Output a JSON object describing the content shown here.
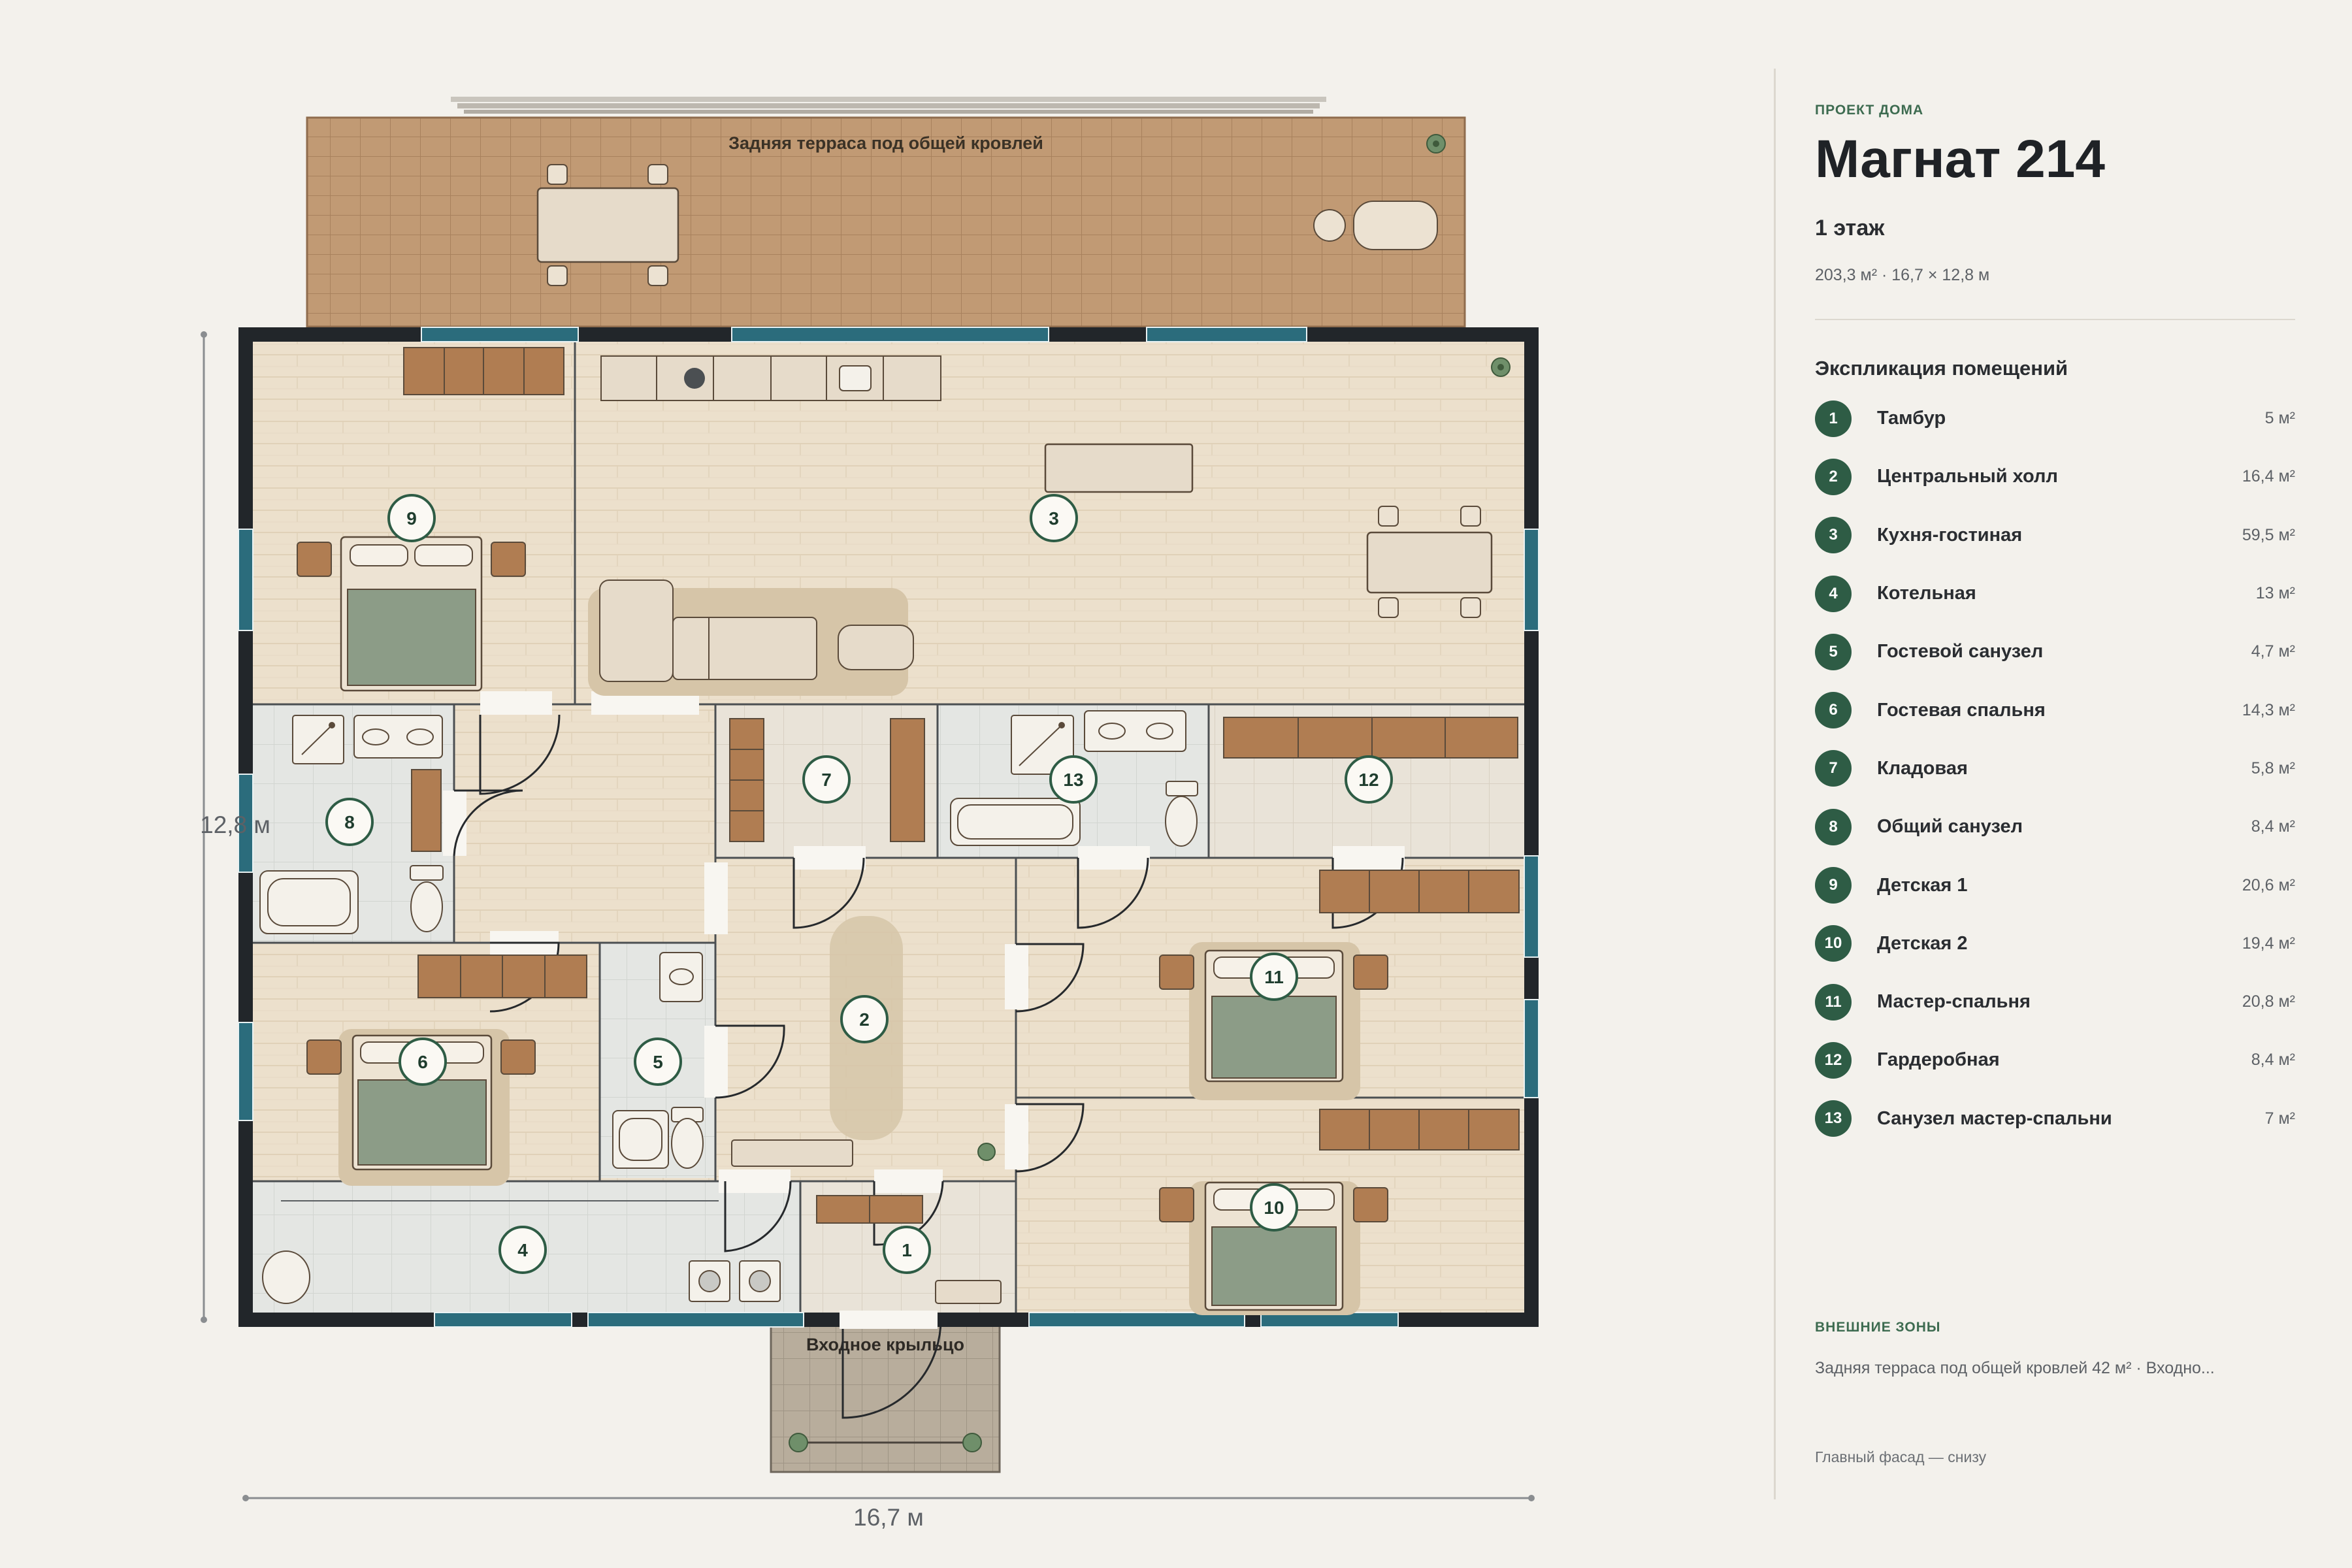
{
  "plan": {
    "terrace_label": "Задняя терраса под общей кровлей",
    "porch_label": "Входное крыльцо",
    "dim_width": "16,7 м",
    "dim_height": "12,8 м",
    "room_markers": [
      "1",
      "2",
      "3",
      "4",
      "5",
      "6",
      "7",
      "8",
      "9",
      "10",
      "11",
      "12",
      "13"
    ]
  },
  "sidebar": {
    "eyebrow": "ПРОЕКТ ДОМА",
    "title": "Магнат 214",
    "floor": "1 этаж",
    "meta": "203,3 м² · 16,7 × 12,8 м",
    "legend_title": "Экспликация помещений",
    "rooms": [
      {
        "num": "1",
        "name": "Тамбур",
        "area": "5 м²"
      },
      {
        "num": "2",
        "name": "Центральный холл",
        "area": "16,4 м²"
      },
      {
        "num": "3",
        "name": "Кухня-гостиная",
        "area": "59,5 м²"
      },
      {
        "num": "4",
        "name": "Котельная",
        "area": "13 м²"
      },
      {
        "num": "5",
        "name": "Гостевой санузел",
        "area": "4,7 м²"
      },
      {
        "num": "6",
        "name": "Гостевая спальня",
        "area": "14,3 м²"
      },
      {
        "num": "7",
        "name": "Кладовая",
        "area": "5,8 м²"
      },
      {
        "num": "8",
        "name": "Общий санузел",
        "area": "8,4 м²"
      },
      {
        "num": "9",
        "name": "Детская 1",
        "area": "20,6 м²"
      },
      {
        "num": "10",
        "name": "Детская 2",
        "area": "19,4 м²"
      },
      {
        "num": "11",
        "name": "Мастер-спальня",
        "area": "20,8 м²"
      },
      {
        "num": "12",
        "name": "Гардеробная",
        "area": "8,4 м²"
      },
      {
        "num": "13",
        "name": "Санузел мастер-спальни",
        "area": "7 м²"
      }
    ],
    "external_title": "ВНЕШНИЕ ЗОНЫ",
    "external_text": "Задняя терраса под общей кровлей 42 м² · Входно...",
    "facade_note": "Главный фасад — снизу"
  },
  "colors": {
    "wall": "#22262a",
    "floor_wood": "#ece0cc",
    "floor_tile": "#e4e6e3",
    "terrace": "#c19a74",
    "window": "#2b6c7c",
    "furniture_wood": "#b07d52",
    "bed_cover": "#8c9c87",
    "marker": "#2e5c45"
  }
}
